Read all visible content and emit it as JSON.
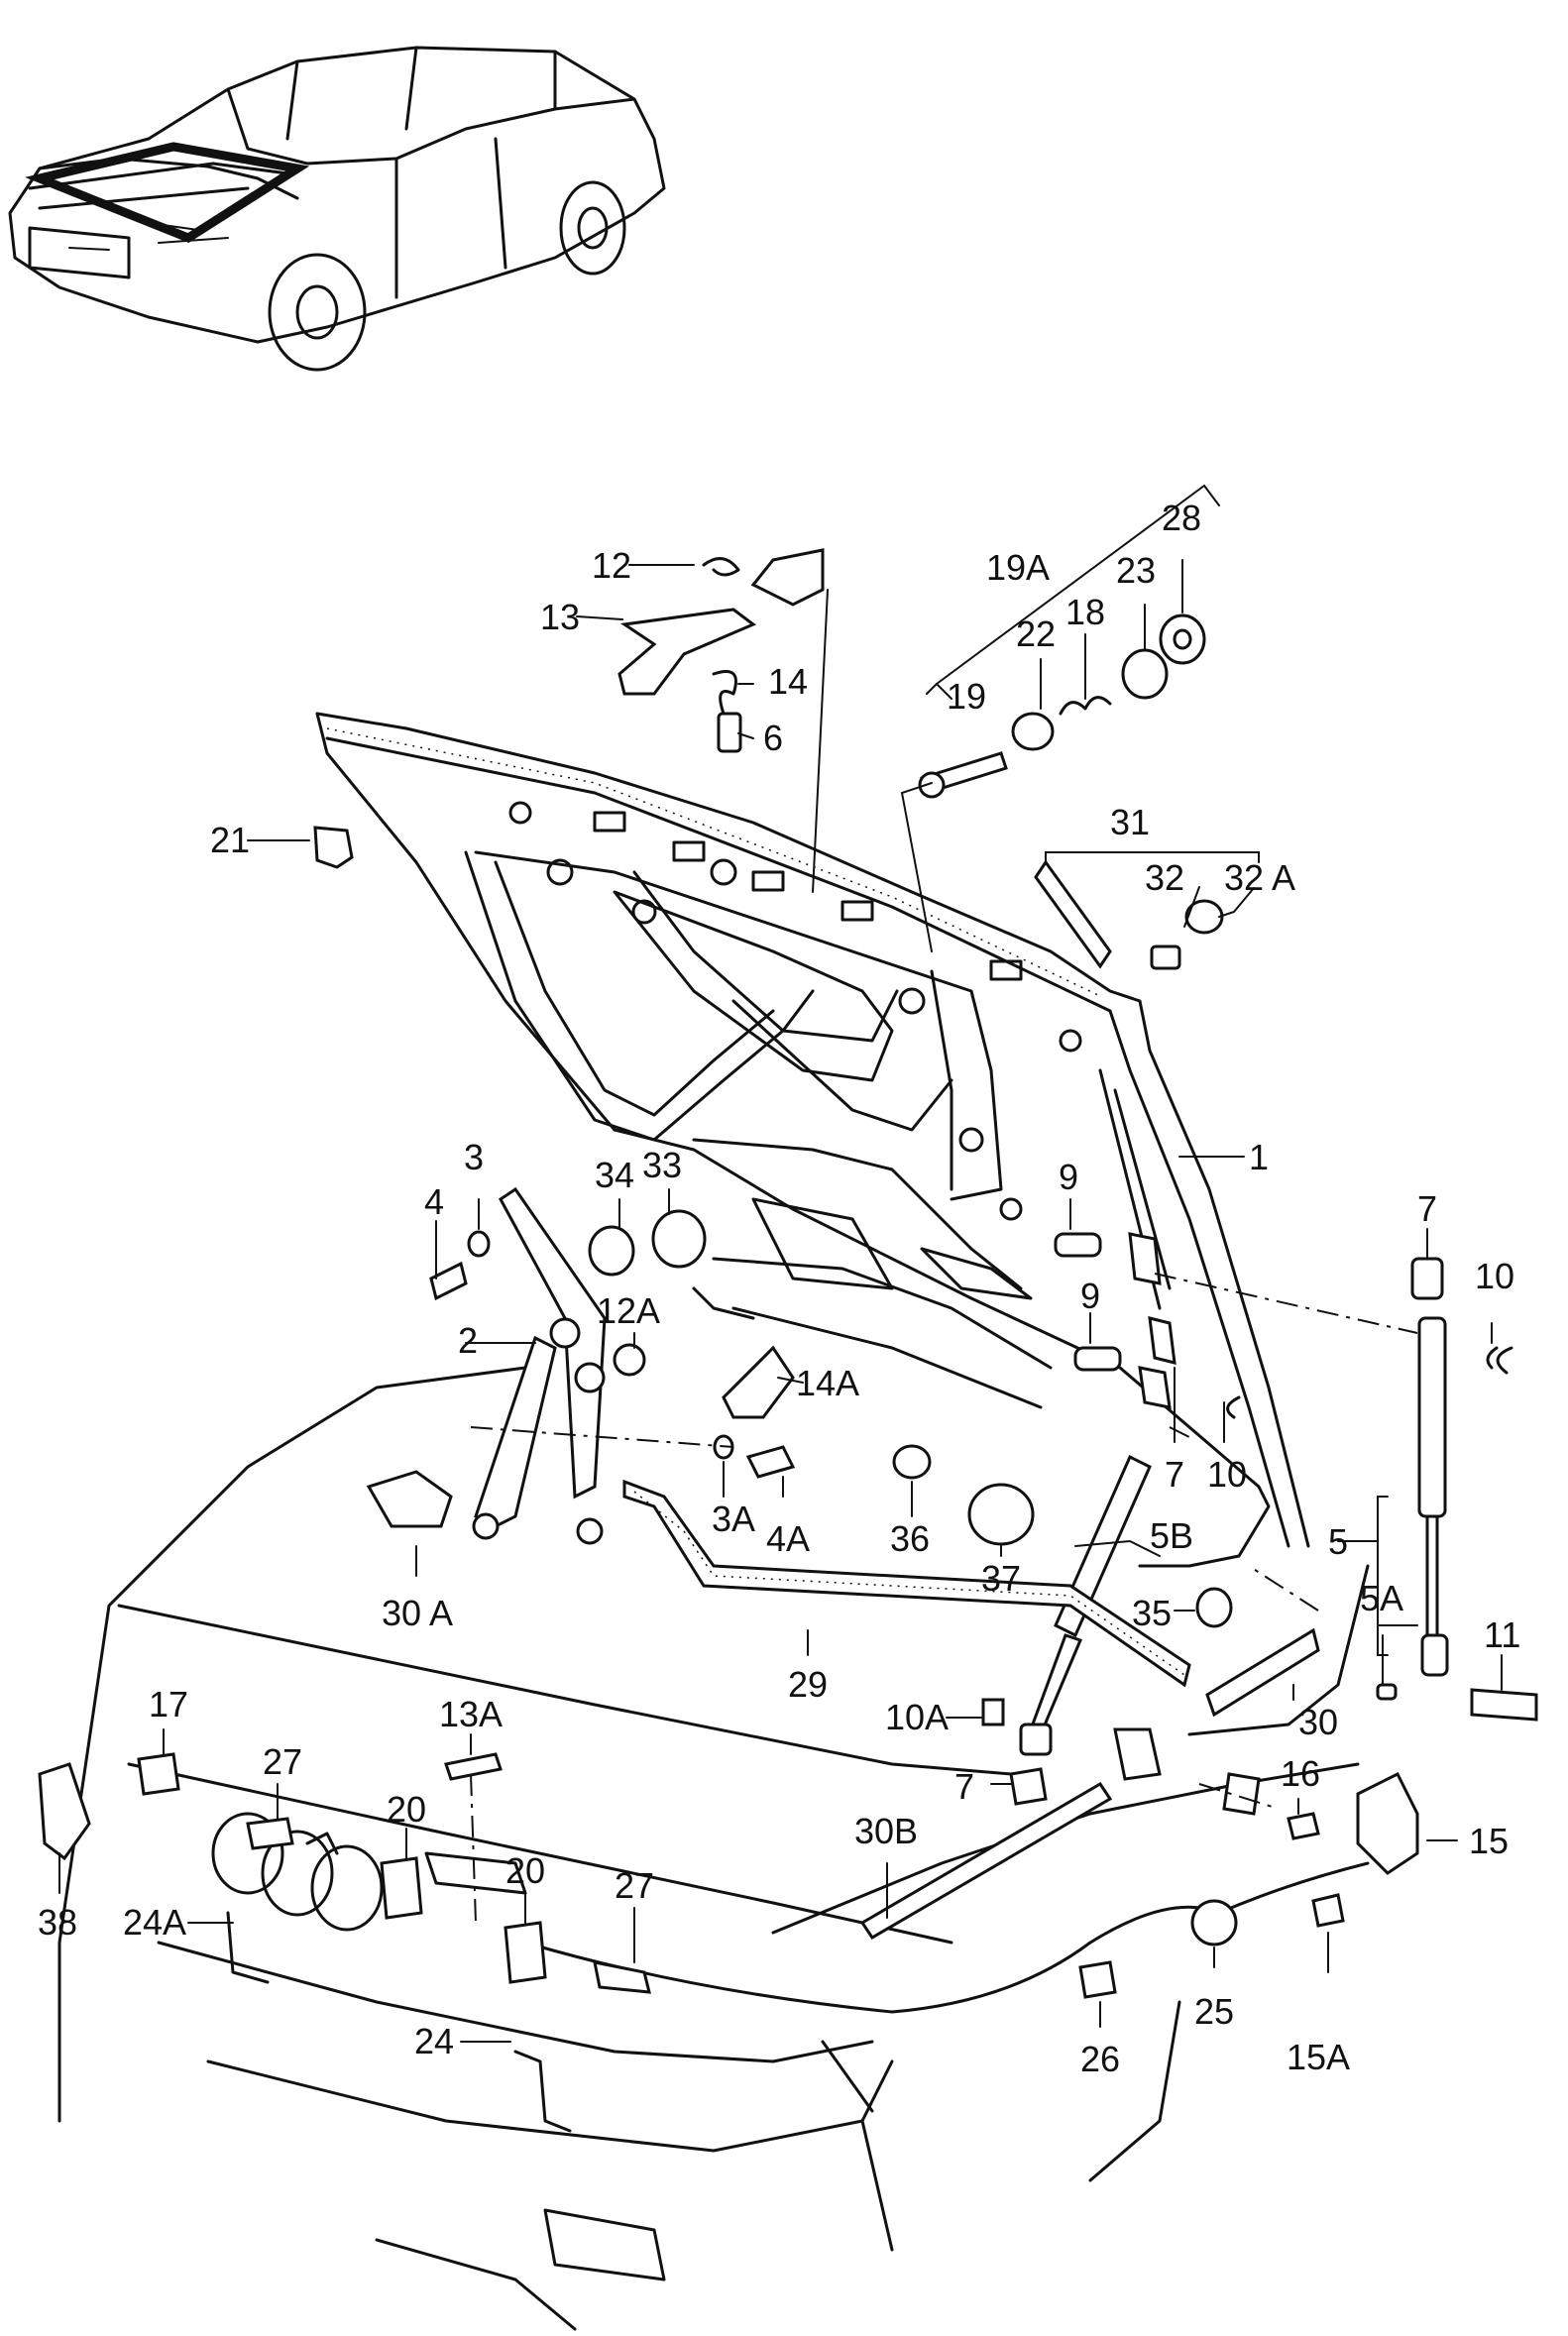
{
  "labels": [
    {
      "id": "1",
      "text": "1"
    },
    {
      "id": "2",
      "text": "2"
    },
    {
      "id": "3",
      "text": "3"
    },
    {
      "id": "3A",
      "text": "3A"
    },
    {
      "id": "4",
      "text": "4"
    },
    {
      "id": "4A",
      "text": "4A"
    },
    {
      "id": "5",
      "text": "5"
    },
    {
      "id": "5A",
      "text": "5A"
    },
    {
      "id": "5B",
      "text": "5B"
    },
    {
      "id": "6",
      "text": "6"
    },
    {
      "id": "7a",
      "text": "7"
    },
    {
      "id": "7b",
      "text": "7"
    },
    {
      "id": "7c",
      "text": "7"
    },
    {
      "id": "9a",
      "text": "9"
    },
    {
      "id": "9b",
      "text": "9"
    },
    {
      "id": "10a",
      "text": "10"
    },
    {
      "id": "10b",
      "text": "10"
    },
    {
      "id": "10A",
      "text": "10A"
    },
    {
      "id": "11",
      "text": "11"
    },
    {
      "id": "12",
      "text": "12"
    },
    {
      "id": "12A",
      "text": "12A"
    },
    {
      "id": "13",
      "text": "13"
    },
    {
      "id": "13A",
      "text": "13A"
    },
    {
      "id": "14",
      "text": "14"
    },
    {
      "id": "14A",
      "text": "14A"
    },
    {
      "id": "15",
      "text": "15"
    },
    {
      "id": "15A",
      "text": "15A"
    },
    {
      "id": "16",
      "text": "16"
    },
    {
      "id": "17",
      "text": "17"
    },
    {
      "id": "18",
      "text": "18"
    },
    {
      "id": "19",
      "text": "19"
    },
    {
      "id": "19A",
      "text": "19A"
    },
    {
      "id": "20a",
      "text": "20"
    },
    {
      "id": "20b",
      "text": "20"
    },
    {
      "id": "21",
      "text": "21"
    },
    {
      "id": "22",
      "text": "22"
    },
    {
      "id": "23",
      "text": "23"
    },
    {
      "id": "24",
      "text": "24"
    },
    {
      "id": "24A",
      "text": "24A"
    },
    {
      "id": "25",
      "text": "25"
    },
    {
      "id": "26",
      "text": "26"
    },
    {
      "id": "27a",
      "text": "27"
    },
    {
      "id": "27b",
      "text": "27"
    },
    {
      "id": "28",
      "text": "28"
    },
    {
      "id": "29",
      "text": "29"
    },
    {
      "id": "30",
      "text": "30"
    },
    {
      "id": "30A",
      "text": "30 A"
    },
    {
      "id": "30B",
      "text": "30B"
    },
    {
      "id": "31",
      "text": "31"
    },
    {
      "id": "32",
      "text": "32"
    },
    {
      "id": "32A",
      "text": "32 A"
    },
    {
      "id": "33",
      "text": "33"
    },
    {
      "id": "34",
      "text": "34"
    },
    {
      "id": "35",
      "text": "35"
    },
    {
      "id": "36",
      "text": "36"
    },
    {
      "id": "37",
      "text": "37"
    },
    {
      "id": "38",
      "text": "38"
    }
  ],
  "icons": {
    "car": "car-thumbnail-icon",
    "hood": "hood-panel-icon"
  },
  "colors": {
    "ink": "#111111",
    "paper": "#ffffff"
  }
}
